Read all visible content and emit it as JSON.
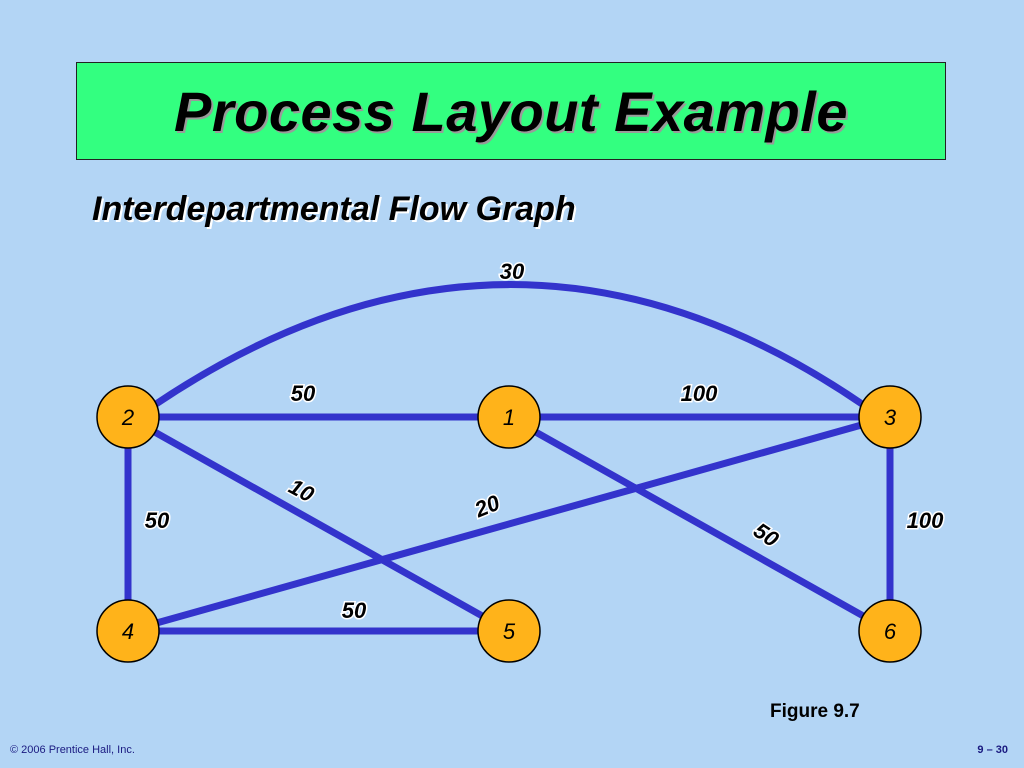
{
  "title": "Process Layout Example",
  "subtitle": "Interdepartmental Flow Graph",
  "figure_caption": "Figure 9.7",
  "footer": {
    "copyright": "© 2006 Prentice Hall, Inc.",
    "page": "9 – 30"
  },
  "colors": {
    "background": "#b3d5f5",
    "title_box": "#33ff80",
    "edge": "#3333cc",
    "node_fill": "#ffb31a"
  },
  "nodes": [
    {
      "id": "1",
      "label": "1"
    },
    {
      "id": "2",
      "label": "2"
    },
    {
      "id": "3",
      "label": "3"
    },
    {
      "id": "4",
      "label": "4"
    },
    {
      "id": "5",
      "label": "5"
    },
    {
      "id": "6",
      "label": "6"
    }
  ],
  "edges": [
    {
      "from": "2",
      "to": "3",
      "weight": "30"
    },
    {
      "from": "2",
      "to": "1",
      "weight": "50"
    },
    {
      "from": "1",
      "to": "3",
      "weight": "100"
    },
    {
      "from": "2",
      "to": "5",
      "weight": "10"
    },
    {
      "from": "3",
      "to": "4",
      "weight": "20"
    },
    {
      "from": "1",
      "to": "6",
      "weight": "50"
    },
    {
      "from": "2",
      "to": "4",
      "weight": "50"
    },
    {
      "from": "3",
      "to": "6",
      "weight": "100"
    },
    {
      "from": "4",
      "to": "5",
      "weight": "50"
    }
  ]
}
